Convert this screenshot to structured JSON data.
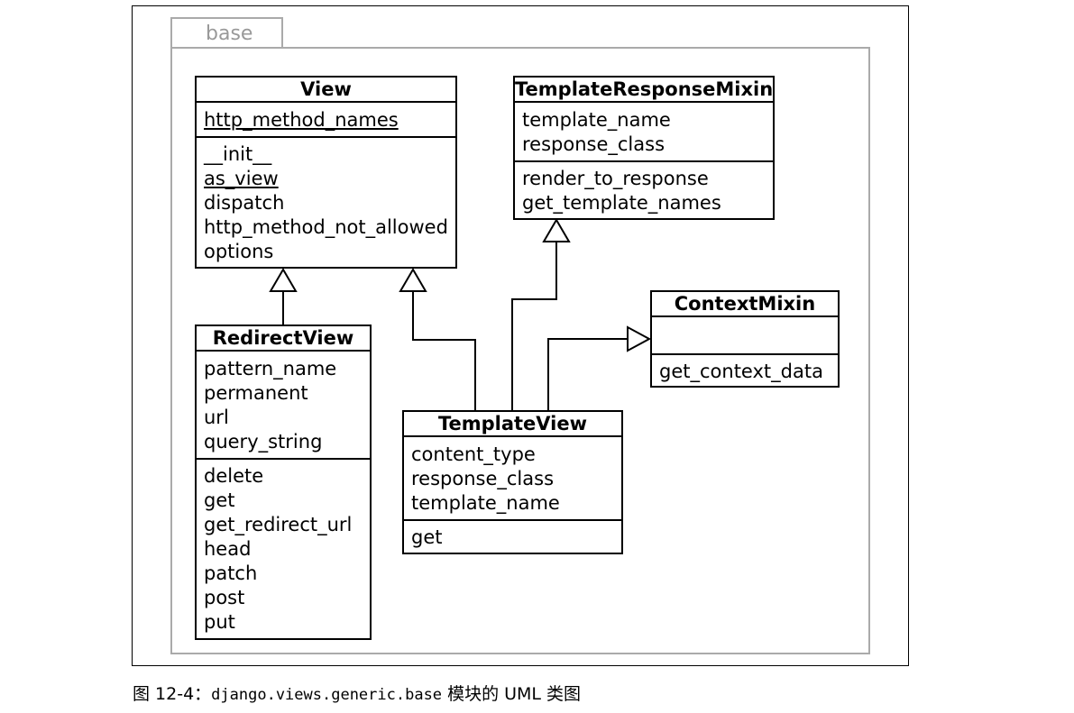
{
  "package": {
    "name": "base"
  },
  "classes": {
    "view": {
      "name": "View",
      "attributes": [
        "http_method_names"
      ],
      "methods": [
        "__init__",
        "as_view",
        "dispatch",
        "http_method_not_allowed",
        "options"
      ]
    },
    "template_response_mixin": {
      "name": "TemplateResponseMixin",
      "attributes": [
        "template_name",
        "response_class"
      ],
      "methods": [
        "render_to_response",
        "get_template_names"
      ]
    },
    "context_mixin": {
      "name": "ContextMixin",
      "attributes": [],
      "methods": [
        "get_context_data"
      ]
    },
    "redirect_view": {
      "name": "RedirectView",
      "attributes": [
        "pattern_name",
        "permanent",
        "url",
        "query_string"
      ],
      "methods": [
        "delete",
        "get",
        "get_redirect_url",
        "head",
        "patch",
        "post",
        "put"
      ]
    },
    "template_view": {
      "name": "TemplateView",
      "attributes": [
        "content_type",
        "response_class",
        "template_name"
      ],
      "methods": [
        "get"
      ]
    }
  },
  "caption": {
    "prefix": "图 12-4：",
    "module": "django.views.generic.base",
    "suffix": " 模块的 UML 类图"
  }
}
